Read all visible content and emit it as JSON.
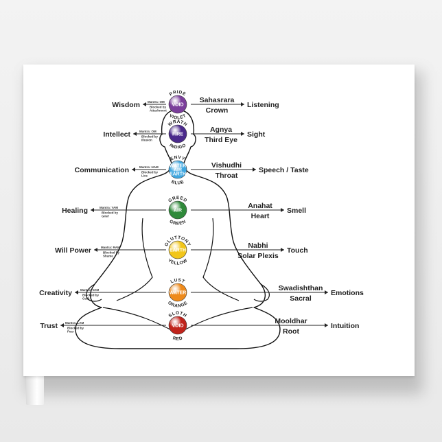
{
  "chakras": [
    {
      "id": "sahasrara",
      "element": "VOID",
      "element_lines": [
        "VOID"
      ],
      "ring_top": "PRIDE",
      "ring_bottom": "VIOLET",
      "color": "#7b3e9b",
      "quality": "Wisdom",
      "mantra": "Mantra: OM",
      "blocked": [
        "Blocked by",
        "Attachment"
      ],
      "sanskrit": "Sahasrara",
      "english": "Crown",
      "sense": "Listening"
    },
    {
      "id": "agnya",
      "element": "FIRE",
      "element_lines": [
        "FIRE"
      ],
      "ring_top": "WRATH",
      "ring_bottom": "INDIGO",
      "color": "#4b2a8c",
      "quality": "Intellect",
      "mantra": "Mantra: OM",
      "blocked": [
        "Blocked by",
        "Illusion"
      ],
      "sanskrit": "Agnya",
      "english": "Third Eye",
      "sense": "Sight"
    },
    {
      "id": "vishudhi",
      "element": "WATER AIR EARTH",
      "element_lines": [
        "WATER",
        "AIR",
        "EARTH"
      ],
      "ring_top": "ENVY",
      "ring_bottom": "BLUE",
      "color": "#3fa7e0",
      "quality": "Communication",
      "mantra": "Mantra: HAM",
      "blocked": [
        "Blocked by",
        "Lies"
      ],
      "sanskrit": "Vishudhi",
      "english": "Throat",
      "sense": "Speech / Taste"
    },
    {
      "id": "anahat",
      "element": "AIR",
      "element_lines": [
        "AIR"
      ],
      "ring_top": "GREED",
      "ring_bottom": "GREEN",
      "color": "#2f8a3a",
      "quality": "Healing",
      "mantra": "Mantra: YAM",
      "blocked": [
        "Blocked by",
        "Grief"
      ],
      "sanskrit": "Anahat",
      "english": "Heart",
      "sense": "Smell"
    },
    {
      "id": "nabhi",
      "element": "EARTH",
      "element_lines": [
        "EARTH"
      ],
      "ring_top": "GLUTTONY",
      "ring_bottom": "YELLOW",
      "color": "#f2c61a",
      "quality": "Will Power",
      "mantra": "Mantra: RAM",
      "blocked": [
        "Blocked by",
        "Shame"
      ],
      "sanskrit": "Nabhi",
      "english": "Solar Plexis",
      "sense": "Touch"
    },
    {
      "id": "swadishthan",
      "element": "WATER",
      "element_lines": [
        "WATER"
      ],
      "ring_top": "LUST",
      "ring_bottom": "ORANGE",
      "color": "#ee8a1b",
      "quality": "Creativity",
      "mantra": "Mantra: VAM",
      "blocked": [
        "Blocked by",
        "Guilt"
      ],
      "sanskrit": "Swadishthan",
      "english": "Sacral",
      "sense": "Emotions"
    },
    {
      "id": "mooldhar",
      "element": "VOID",
      "element_lines": [
        "VOID"
      ],
      "ring_top": "SLOTH",
      "ring_bottom": "RED",
      "color": "#c0241c",
      "quality": "Trust",
      "mantra": "Mantra: LAM",
      "blocked": [
        "Blocked by",
        "Fear"
      ],
      "sanskrit": "Mooldhar",
      "english": "Root",
      "sense": "Intuition"
    }
  ]
}
